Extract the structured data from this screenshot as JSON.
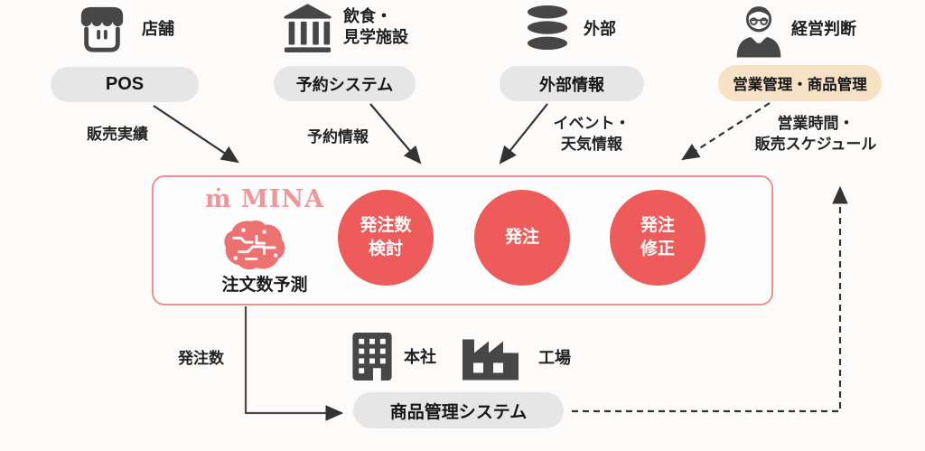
{
  "top_sources": {
    "store": {
      "label": "店舗",
      "system": "POS",
      "icon": "storefront-icon"
    },
    "facility": {
      "label": [
        "飲食・",
        "見学施設"
      ],
      "system": "予約システム",
      "icon": "bank-columns-icon"
    },
    "external": {
      "label": "外部",
      "system": "外部情報",
      "icon": "database-icon"
    },
    "management": {
      "label": "経営判断",
      "system": "営業管理・商品管理",
      "icon": "businessman-icon"
    }
  },
  "flows": {
    "sales_results": "販売実績",
    "reservation_info": "予約情報",
    "event_weather": [
      "イベント・",
      "天気情報"
    ],
    "hours_schedule": [
      "営業時間・",
      "販売スケジュール"
    ],
    "order_quantity": "発注数"
  },
  "mina_box": {
    "brand": "ṁ MINA",
    "caption": "注文数予測",
    "brain_icon": "circuit-brain-icon",
    "steps": [
      "発注数\n検討",
      "発注",
      "発注\n修正"
    ]
  },
  "bottom": {
    "headquarters": "本社",
    "factory": "工場",
    "system": "商品管理システム"
  },
  "colors": {
    "background": "#fcfbfa",
    "accent_red": "#ee5b5b",
    "box_border": "#f0908f",
    "brand_pink": "#ef9699",
    "brain_pink": "#ec7272",
    "pill_gray": "#e7e6e6",
    "pill_peach": "#f7e2c6",
    "icon_dark": "#474747",
    "arrow_dark": "#333333"
  }
}
